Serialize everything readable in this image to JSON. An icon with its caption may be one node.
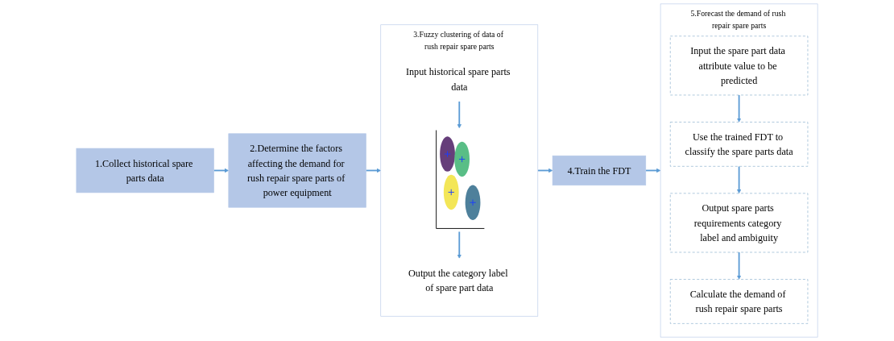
{
  "diagram": {
    "nodes": [
      {
        "text": [
          "1.Collect historical spare parts data"
        ]
      },
      {
        "text": [
          "2.Determine the factors affecting the demand for rush repair spare parts of power equipment"
        ]
      },
      {
        "text": [
          "3.Fuzzy clustering of data of rush repair spare parts"
        ]
      },
      {
        "text": [
          "Input historical spare parts data"
        ],
        "in": 2
      },
      {
        "text": [],
        "shape": "picture",
        "in": 2
      },
      {
        "text": [
          "Output the category label of spare part data"
        ],
        "in": 2
      },
      {
        "text": [
          "4.Train the FDT"
        ]
      },
      {
        "text": [
          "5.Forecast the demand of rush repair spare parts"
        ]
      },
      {
        "text": [
          "Input the spare part data attribute value to be predicted"
        ],
        "in": 7
      },
      {
        "text": [
          "Use the trained FDT to classify the spare parts data"
        ],
        "in": 7
      },
      {
        "text": [
          "Output spare parts requirements category label and ambiguity"
        ],
        "in": 7
      },
      {
        "text": [
          "Calculate the demand of rush repair spare parts"
        ],
        "in": 7
      }
    ],
    "edges": [
      {
        "from": 0,
        "to": 1,
        "arrow": "to"
      },
      {
        "from": 1,
        "to": 2,
        "arrow": "to"
      },
      {
        "from": 3,
        "to": 4,
        "arrow": "to"
      },
      {
        "from": 4,
        "to": 5,
        "arrow": "to"
      },
      {
        "from": 2,
        "to": 6,
        "arrow": "to"
      },
      {
        "from": 6,
        "to": 7,
        "arrow": "to"
      },
      {
        "from": 8,
        "to": 9,
        "arrow": "to"
      },
      {
        "from": 9,
        "to": 10,
        "arrow": "to"
      },
      {
        "from": 10,
        "to": 11,
        "arrow": "to"
      }
    ]
  }
}
